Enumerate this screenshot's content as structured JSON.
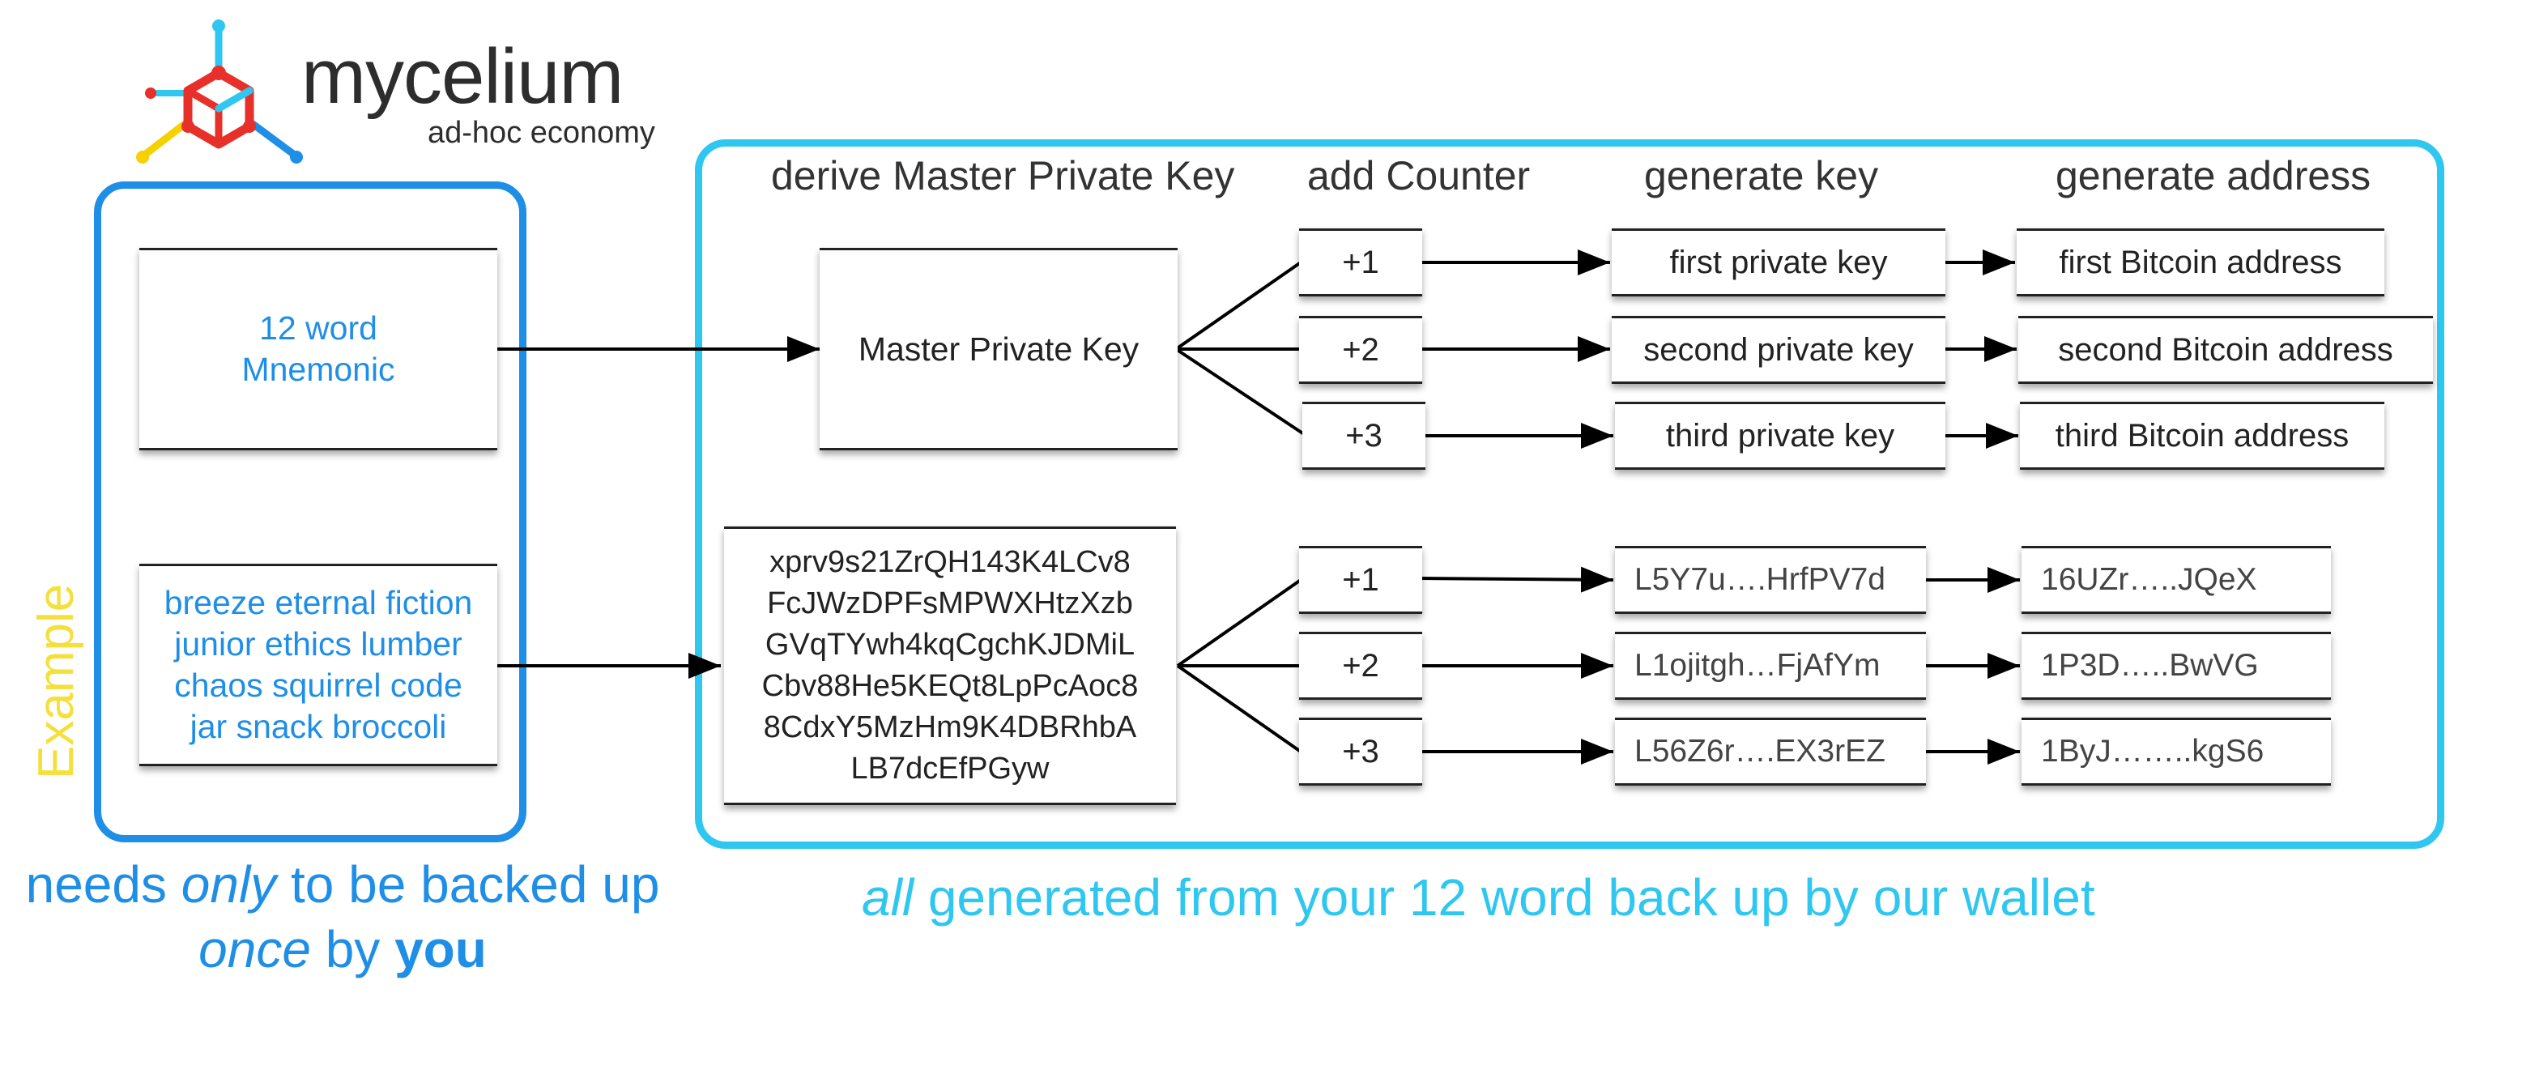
{
  "brand": {
    "name": "mycelium",
    "tagline": "ad-hoc economy",
    "colors": {
      "blue": "#1f8ee6",
      "cyan": "#2fc7f0",
      "red": "#e8302a",
      "yellow": "#f5d100"
    }
  },
  "side_label": "Example",
  "headers": {
    "derive": "derive Master Private Key",
    "counter": "add Counter",
    "genkey": "generate key",
    "genaddr": "generate address"
  },
  "top": {
    "mnemonic_line1": "12 word",
    "mnemonic_line2": "Mnemonic",
    "master": "Master Private Key",
    "counters": [
      "+1",
      "+2",
      "+3"
    ],
    "keys": [
      "first private key",
      "second private key",
      "third private key"
    ],
    "addresses": [
      "first Bitcoin address",
      "second Bitcoin address",
      "third Bitcoin address"
    ]
  },
  "example": {
    "words": [
      "breeze eternal fiction",
      "junior ethics lumber",
      "chaos squirrel code",
      "jar snack broccoli"
    ],
    "xprv": [
      "xprv9s21ZrQH143K4LCv8",
      "FcJWzDPFsMPWXHtzXzb",
      "GVqTYwh4kqCgchKJDMiL",
      "Cbv88He5KEQt8LpPcAoc8",
      "8CdxY5MzHm9K4DBRhbA",
      "LB7dcEfPGyw"
    ],
    "counters": [
      "+1",
      "+2",
      "+3"
    ],
    "keys": [
      "L5Y7u….HrfPV7d",
      "L1ojitgh…FjAfYm",
      "L56Z6r….EX3rEZ"
    ],
    "addresses": [
      "16UZr…..JQeX",
      "1P3D…..BwVG",
      "1ByJ……..kgS6"
    ]
  },
  "captions": {
    "left_1a": "needs ",
    "left_1b": "only",
    "left_1c": " to be backed up",
    "left_2a": "once",
    "left_2b": " by ",
    "left_2c": "you",
    "right_a": "all",
    "right_b": " generated from your 12 word back up by our wallet"
  }
}
